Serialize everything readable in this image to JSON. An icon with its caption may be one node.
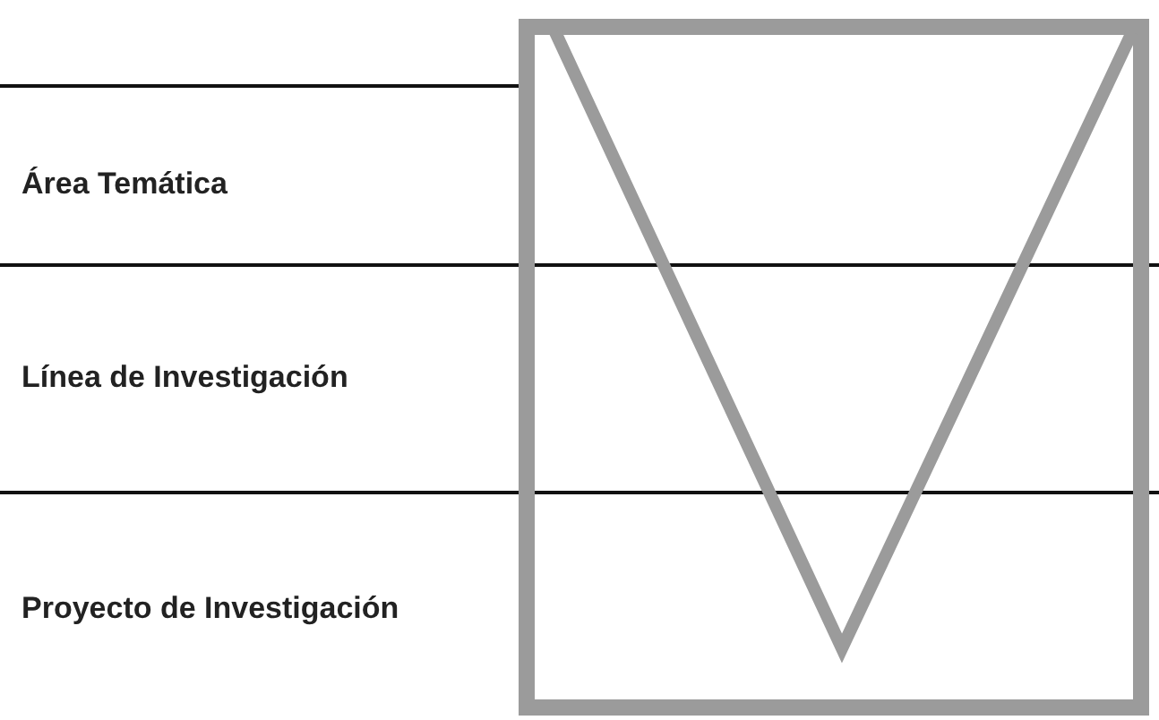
{
  "diagram": {
    "labels": [
      "Área Temática",
      "Línea de Investigación",
      "Proyecto de Investigación"
    ]
  }
}
